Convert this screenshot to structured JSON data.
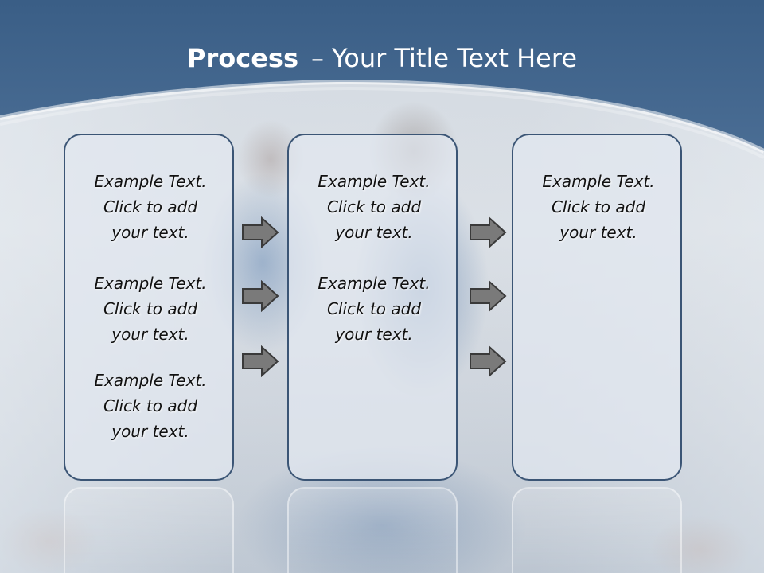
{
  "slide": {
    "title_bold": "Process",
    "title_dash": "–",
    "title_rest": "Your Title Text Here"
  },
  "panels": [
    {
      "blocks": [
        [
          "Example Text.",
          "Click  to add",
          "your text."
        ],
        [
          "Example Text.",
          "Click  to add",
          "your text."
        ],
        [
          "Example Text.",
          "Click  to add",
          "your text."
        ]
      ]
    },
    {
      "blocks": [
        [
          "Example Text.",
          "Click  to add",
          "your text."
        ],
        [
          "Example Text.",
          "Click  to add",
          "your text."
        ]
      ]
    },
    {
      "blocks": [
        [
          "Example Text.",
          "Click  to add",
          "your text."
        ]
      ]
    }
  ],
  "colors": {
    "header": "#3e6188",
    "panel_border": "#3b5575",
    "arrow_fill": "#7a7a7a",
    "arrow_stroke": "#3a3a3a"
  }
}
